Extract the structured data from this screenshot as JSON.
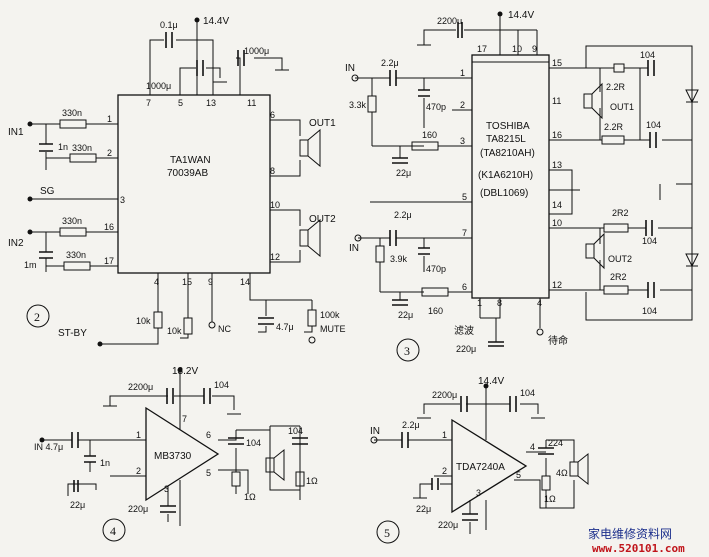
{
  "watermark": {
    "line1": "家电维修资料网",
    "line2": "www.520101.com"
  },
  "c2": {
    "num": "2",
    "chip": [
      "TA1WAN",
      "70039AB"
    ],
    "pins": {
      "p1": "1",
      "p2": "2",
      "p3": "3",
      "p4": "4",
      "p5": "5",
      "p6": "6",
      "p7": "7",
      "p8": "8",
      "p9": "9",
      "p10": "10",
      "p11": "11",
      "p12": "12",
      "p13": "13",
      "p14": "14",
      "p15": "15",
      "p16": "16",
      "p17": "17"
    },
    "labels": {
      "cap_top": "0.1μ",
      "vcc": "14.4V",
      "cap_1000a": "1000μ",
      "cap_1000b": "1000μ",
      "in1": "IN1",
      "r330a": "330n",
      "c1n": "1n",
      "r330b": "330n",
      "sg": "SG",
      "r330c": "330n",
      "in2": "IN2",
      "c1m": "1m",
      "r330d": "330n",
      "out1": "OUT1",
      "out2": "OUT2",
      "r10k_a": "10k",
      "r10k_b": "10k",
      "nc": "NC",
      "stby": "ST-BY",
      "c47": "4.7μ",
      "r100k": "100k",
      "mute": "MUTE"
    }
  },
  "c3": {
    "num": "3",
    "chip": [
      "TOSHIBA",
      "TA8215L",
      "(TA8210AH)",
      "(K1A6210H)",
      "(DBL1069)"
    ],
    "pins": {
      "p1": "1",
      "p2": "2",
      "p3": "3",
      "p4": "4",
      "p5": "5",
      "p6": "6",
      "p7": "7",
      "p8": "8",
      "p9": "9",
      "p10": "10",
      "p11": "11",
      "p12": "12",
      "p13": "13",
      "p14": "14",
      "p15": "15",
      "p16": "16",
      "p17": "17"
    },
    "labels": {
      "c2200": "2200μ",
      "vcc": "14.4V",
      "in_a": "IN",
      "c22a": "2.2μ",
      "r33k": "3.3k",
      "c470a": "470p",
      "r160a": "160",
      "c22b": "22μ",
      "c22c": "2.2μ",
      "in_b": "IN",
      "r39k": "3.9k",
      "c470b": "470p",
      "r160b": "160",
      "c22d": "22μ",
      "c104a": "104",
      "r22a": "2.2R",
      "out1": "OUT1",
      "r22b": "2.2R",
      "c104b": "104",
      "r2r2a": "2R2",
      "c104c": "104",
      "out2": "OUT2",
      "r2r2b": "2R2",
      "c104d": "104",
      "lvbo": "滤波",
      "c220": "220μ",
      "daiming": "待命"
    }
  },
  "c4": {
    "num": "4",
    "chip": "MB3730",
    "pins": {
      "p1": "1",
      "p2": "2",
      "p3": "3",
      "p5": "5",
      "p6": "6",
      "p7": "7"
    },
    "labels": {
      "vcc": "13.2V",
      "c2200": "2200μ",
      "c104a": "104",
      "in": "IN 4.7μ",
      "c1n": "1n",
      "c22": "22μ",
      "c220": "220μ",
      "c104b": "104",
      "c104c": "104",
      "r1a": "1Ω",
      "r1b": "1Ω"
    }
  },
  "c5": {
    "num": "5",
    "chip": "TDA7240A",
    "pins": {
      "p1": "1",
      "p2": "2",
      "p3": "3",
      "p4": "4",
      "p5": "5"
    },
    "labels": {
      "vcc": "14.4V",
      "c2200": "2200μ",
      "c104": "104",
      "in": "IN",
      "c22a": "2.2μ",
      "c22b": "22μ",
      "c220": "220μ",
      "c224": "224",
      "r4": "4Ω",
      "r1": "1Ω"
    }
  }
}
